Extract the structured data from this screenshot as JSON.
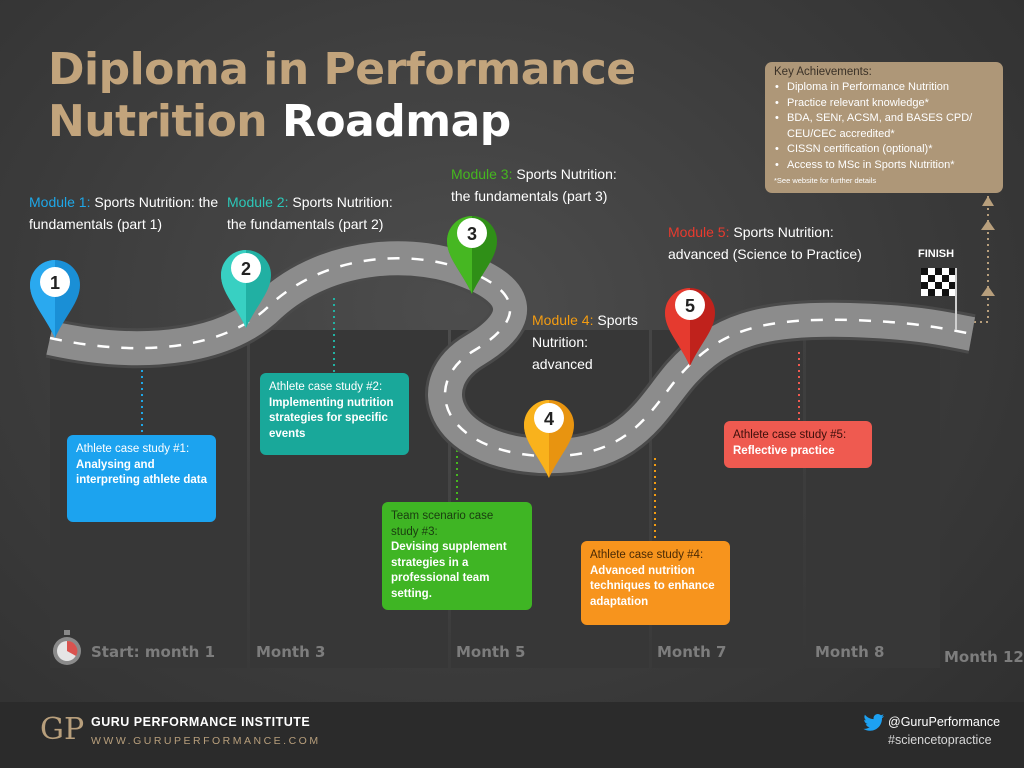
{
  "title": {
    "line1": "Diploma in Performance",
    "line2_a": "Nutrition",
    "line2_b": "Roadmap"
  },
  "achievements": {
    "heading": "Key Achievements:",
    "items": [
      "Diploma in Performance Nutrition",
      "Practice relevant knowledge*",
      "BDA, SENr, ACSM, and BASES CPD/ CEU/CEC accredited*",
      "CISSN certification (optional)*",
      "Access to MSc in Sports Nutrition*"
    ],
    "note": "*See website for further details"
  },
  "modules": [
    {
      "label": "Module 1:",
      "text": "Sports Nutrition: the fundamentals (part 1)",
      "color": "#1ea7e8"
    },
    {
      "label": "Module 2:",
      "text": "Sports Nutrition: the fundamentals (part 2)",
      "color": "#2cc7b8"
    },
    {
      "label": "Module 3:",
      "text": "Sports Nutrition: the fundamentals (part 3)",
      "color": "#45b71f"
    },
    {
      "label": "Module 4:",
      "text": "Sports Nutrition: advanced",
      "color": "#f39c12"
    },
    {
      "label": "Module 5:",
      "text": "Sports Nutrition: advanced (Science to Practice)",
      "color": "#e83a2e"
    }
  ],
  "pins": [
    "1",
    "2",
    "3",
    "4",
    "5"
  ],
  "cases": [
    {
      "label": "Athlete case study #1:",
      "text": "Analysing and interpreting athlete data",
      "color": "#1ca3ef"
    },
    {
      "label": "Athlete case study #2:",
      "text": "Implementing nutrition strategies for specific events",
      "color": "#19a89a"
    },
    {
      "label": "Team scenario case study #3:",
      "text": "Devising supplement strategies in a professional team setting.",
      "color": "#3fb524"
    },
    {
      "label": "Athlete case study #4:",
      "text": "Advanced nutrition techniques to enhance adaptation",
      "color": "#f7941d"
    },
    {
      "label": "Athlete case study #5:",
      "text": "Reflective practice",
      "color": "#ef5a50"
    }
  ],
  "months": [
    "Start: month 1",
    "Month 3",
    "Month 5",
    "Month 7",
    "Month 8",
    "Month 12"
  ],
  "finish_label": "FINISH",
  "footer": {
    "logo": "GP",
    "brand": "GURU PERFORMANCE INSTITUTE",
    "url": "WWW.GURUPERFORMANCE.COM",
    "twitter": "@GuruPerformance",
    "hashtag": "#sciencetopractice"
  }
}
